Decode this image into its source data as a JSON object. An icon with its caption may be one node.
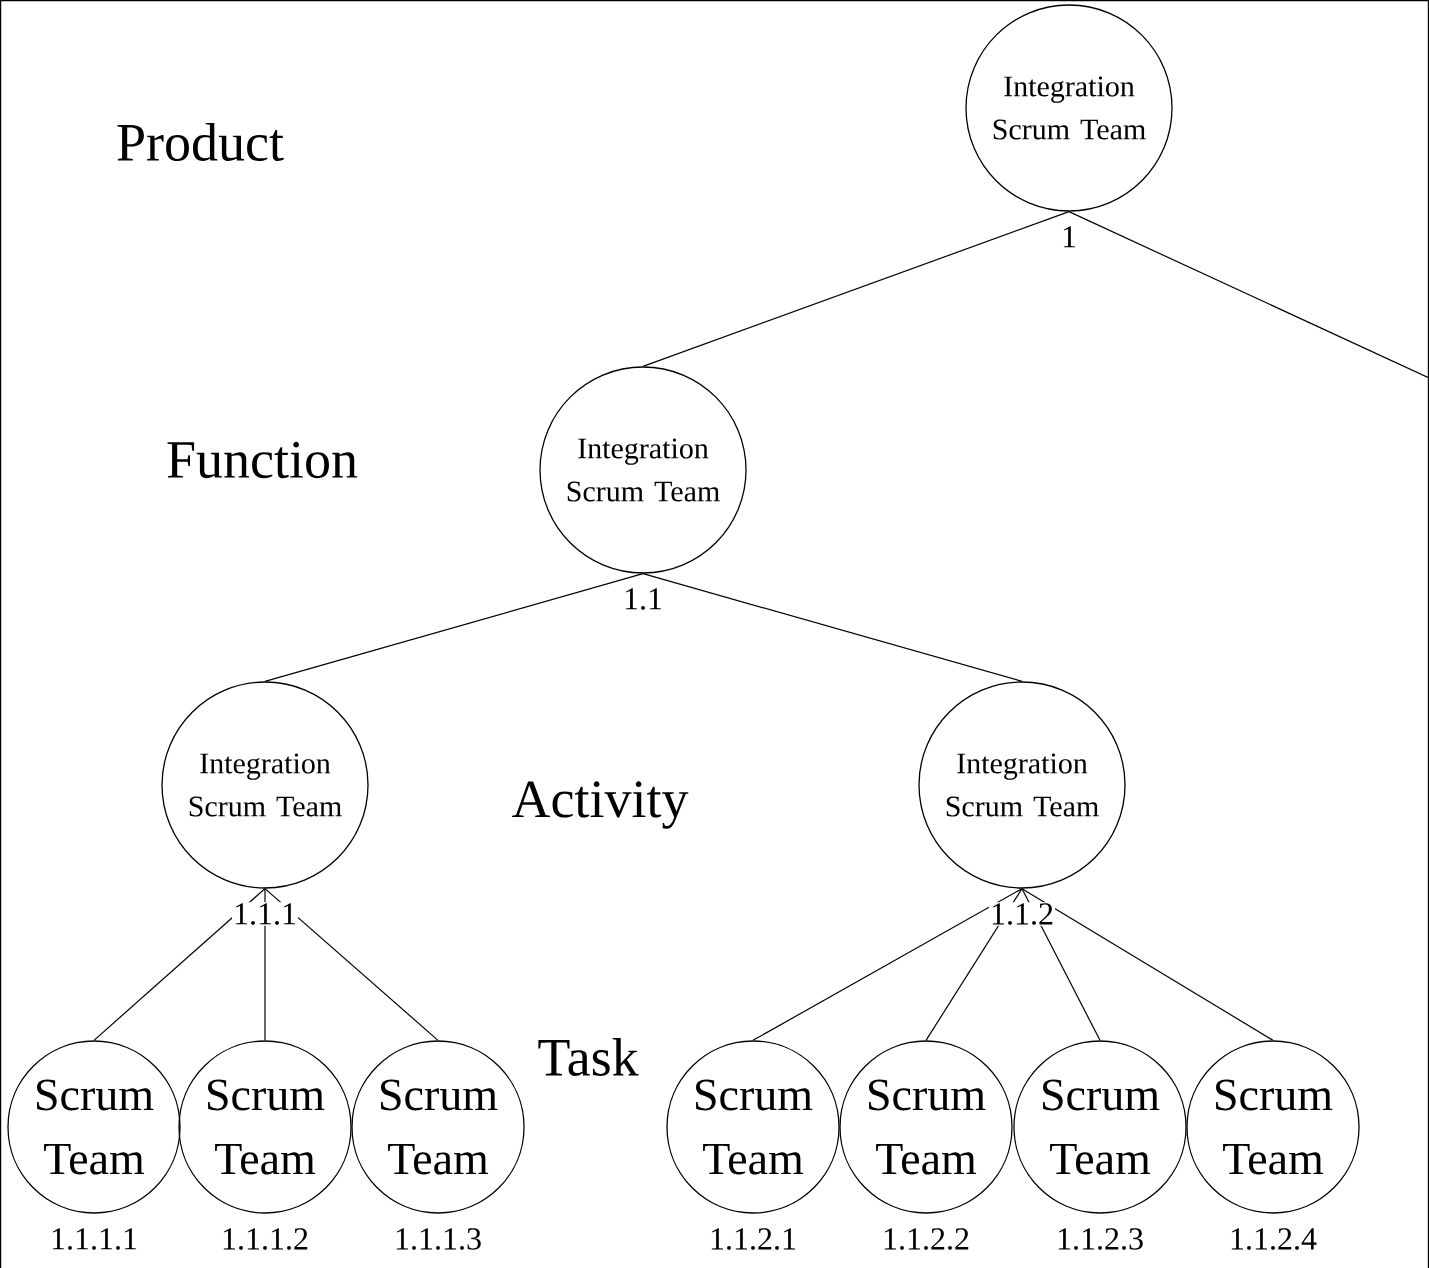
{
  "diagram": {
    "nodes": [
      {
        "text": [
          "Integration Scrum Team"
        ],
        "beside": [
          "1"
        ]
      },
      {
        "text": [
          "Integration Scrum Team"
        ],
        "beside": [
          "1.1"
        ]
      },
      {
        "text": [
          "Integration Scrum Team"
        ],
        "beside": [
          "1.1.1"
        ]
      },
      {
        "text": [
          "Integration Scrum Team"
        ],
        "beside": [
          "1.1.2"
        ]
      },
      {
        "text": [
          "Scrum Team"
        ],
        "beside": [
          "1.1.1.1"
        ]
      },
      {
        "text": [
          "Scrum Team"
        ],
        "beside": [
          "1.1.1.2"
        ]
      },
      {
        "text": [
          "Scrum Team"
        ],
        "beside": [
          "1.1.1.3"
        ]
      },
      {
        "text": [
          "Scrum Team"
        ],
        "beside": [
          "1.1.2.1"
        ]
      },
      {
        "text": [
          "Scrum Team"
        ],
        "beside": [
          "1.1.2.2"
        ]
      },
      {
        "text": [
          "Scrum Team"
        ],
        "beside": [
          "1.1.2.3"
        ]
      },
      {
        "text": [
          "Scrum Team"
        ],
        "beside": [
          "1.1.2.4"
        ]
      }
    ],
    "edges": [
      {
        "from": 0,
        "to": 1,
        "arrow": "none"
      },
      {
        "from": 0,
        "to": null,
        "arrow": "none"
      },
      {
        "from": 1,
        "to": 2,
        "arrow": "none"
      },
      {
        "from": 1,
        "to": 3,
        "arrow": "none"
      },
      {
        "from": 2,
        "to": 4,
        "arrow": "none"
      },
      {
        "from": 2,
        "to": 5,
        "arrow": "none"
      },
      {
        "from": 2,
        "to": 6,
        "arrow": "none"
      },
      {
        "from": 3,
        "to": 7,
        "arrow": "none"
      },
      {
        "from": 3,
        "to": 8,
        "arrow": "none"
      },
      {
        "from": 3,
        "to": 9,
        "arrow": "none"
      },
      {
        "from": 3,
        "to": 10,
        "arrow": "none"
      }
    ],
    "labels": [
      "Product",
      "Function",
      "Activity",
      "Task"
    ]
  }
}
